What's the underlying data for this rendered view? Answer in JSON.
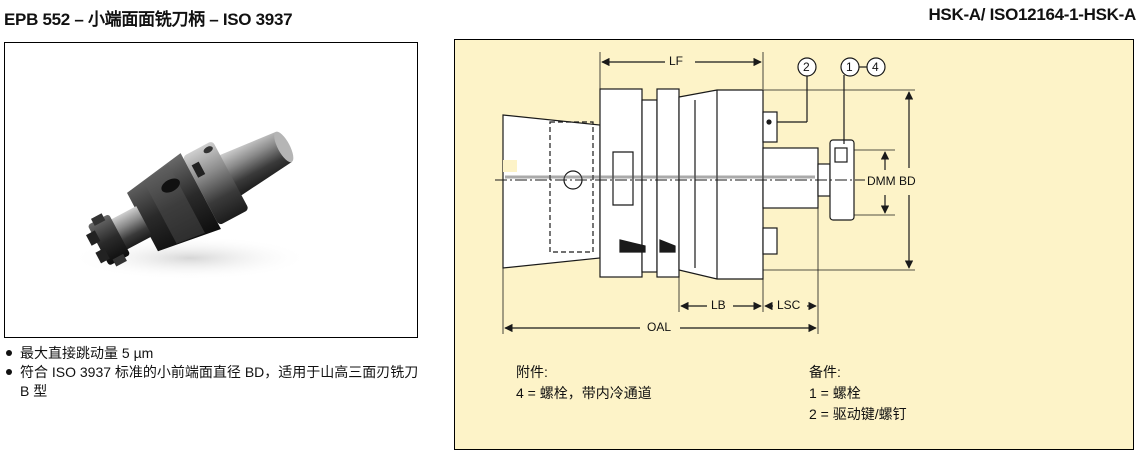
{
  "header": {
    "left_title": "EPB 552 – 小端面面铣刀柄 – ISO 3937",
    "right_title": "HSK-A/ ISO12164-1-HSK-A"
  },
  "features": [
    "最大直接跳动量 5 µm",
    "符合 ISO 3937 标准的小前端面直径 BD，适用于山高三面刃铣刀 B 型"
  ],
  "drawing": {
    "dim_lf": "LF",
    "dim_lb": "LB",
    "dim_lsc": "LSC",
    "dim_oal": "OAL",
    "dim_dmm_bd": "DMM BD",
    "callout_2": "2",
    "callout_1": "1",
    "callout_4": "4"
  },
  "accessories": {
    "title": "附件:",
    "items": [
      "4 = 螺栓，带内冷通道"
    ]
  },
  "spare_parts": {
    "title": "备件:",
    "items": [
      "1 = 螺栓",
      "2 = 驱动键/螺钉"
    ]
  },
  "colors": {
    "drawing_background": "#fdf3c8",
    "drawing_lines": "#1a1a1a",
    "part_fill": "#ffffff"
  }
}
